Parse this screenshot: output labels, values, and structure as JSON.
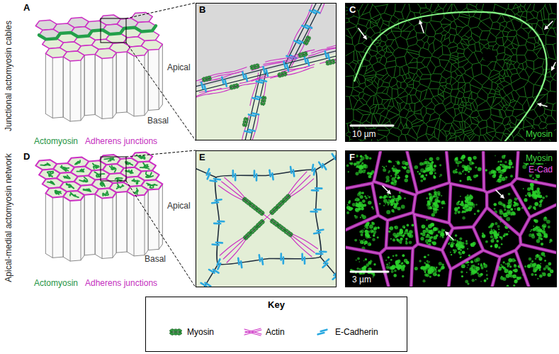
{
  "diagram": {
    "nodes": [
      {
        "text": [
          "B"
        ]
      },
      {
        "text": [
          "C",
          "Myosin",
          "10 µm"
        ]
      },
      {
        "text": [
          "E"
        ]
      },
      {
        "text": [
          "F",
          "Myosin",
          "E-Cad",
          "3 µm"
        ]
      },
      {
        "text": [
          "Key"
        ]
      }
    ],
    "labels": [
      "Junctional actomyosin cables",
      "A",
      "Apical",
      "Basal",
      "Actomyosin",
      "Adherens junctions",
      "Apical-medial actomyosin network",
      "D",
      "Apical",
      "Basal",
      "Actomyosin",
      "Adherens junctions"
    ],
    "legend": [
      {
        "text": "Myosin"
      },
      {
        "text": "Actin"
      },
      {
        "text": "E-Cadherin"
      }
    ]
  }
}
